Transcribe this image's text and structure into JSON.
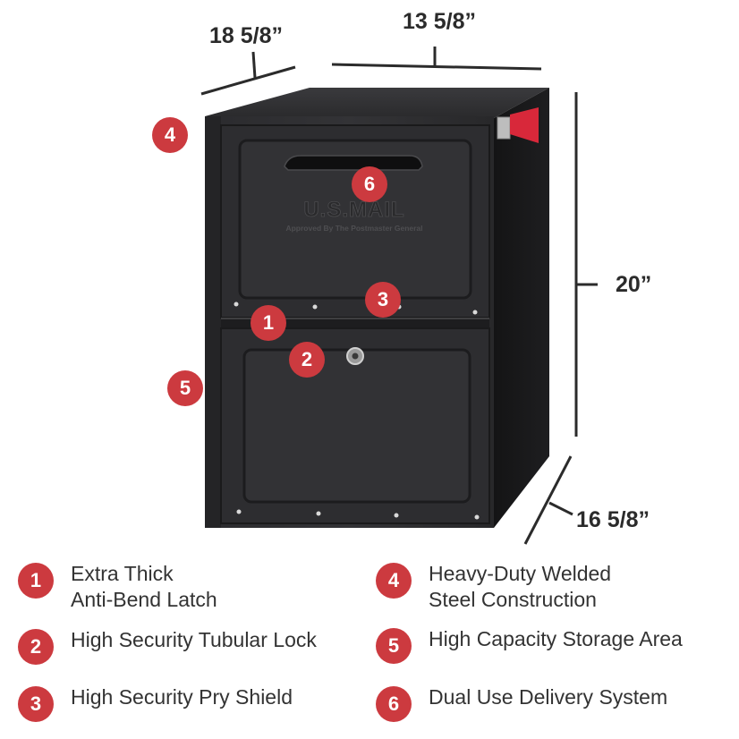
{
  "dimensions": {
    "depth_top": "18 5/8”",
    "width": "13 5/8”",
    "height": "20”",
    "depth_bottom": "16 5/8”"
  },
  "mailbox": {
    "door_text": "U.S.MAIL",
    "door_subtext": "Approved By The Postmaster General",
    "flag_color": "#d8283a",
    "body_color": "#1f1f21"
  },
  "callouts": [
    "1",
    "2",
    "3",
    "4",
    "5",
    "6"
  ],
  "legend": [
    {
      "num": "1",
      "line1": "Extra Thick",
      "line2": "Anti-Bend Latch"
    },
    {
      "num": "2",
      "line1": "High Security Tubular Lock",
      "line2": ""
    },
    {
      "num": "3",
      "line1": "High Security Pry Shield",
      "line2": ""
    },
    {
      "num": "4",
      "line1": "Heavy-Duty Welded",
      "line2": "Steel Construction"
    },
    {
      "num": "5",
      "line1": "High Capacity Storage Area",
      "line2": ""
    },
    {
      "num": "6",
      "line1": "Dual Use Delivery System",
      "line2": ""
    }
  ],
  "colors": {
    "badge": "#cc3a3f",
    "dimension_line": "#2b2b2b"
  }
}
